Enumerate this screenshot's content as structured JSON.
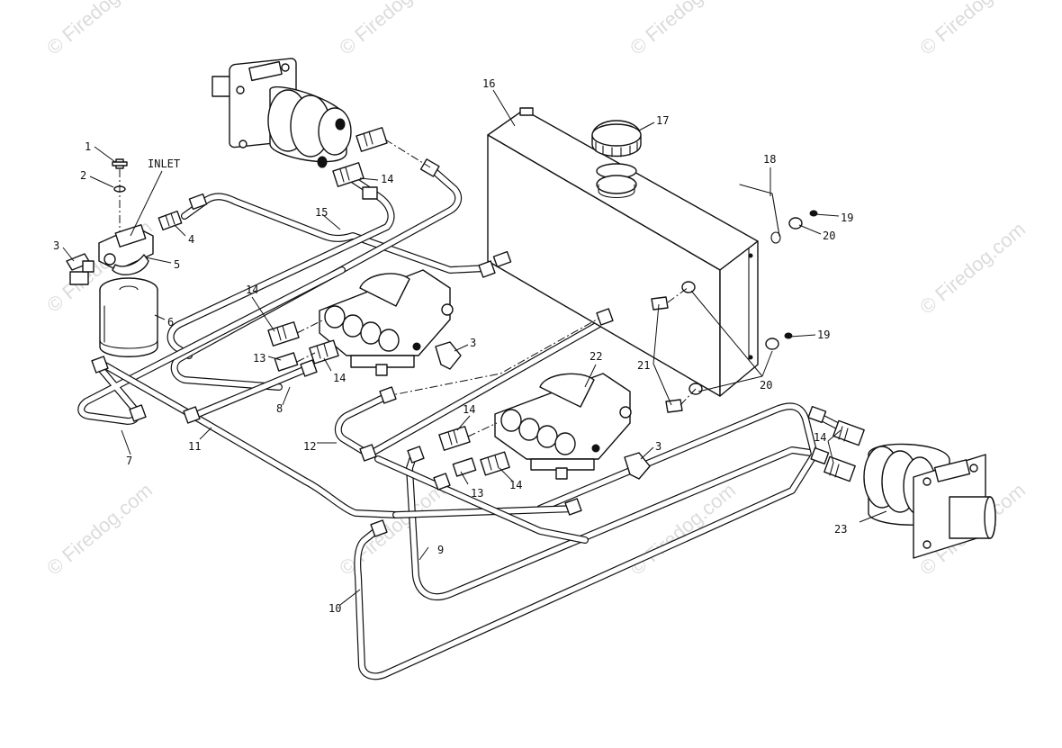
{
  "watermark": "© Firedog.com",
  "callouts": [
    {
      "id": "c1",
      "text": "1"
    },
    {
      "id": "c2",
      "text": "2"
    },
    {
      "id": "c3a",
      "text": "3"
    },
    {
      "id": "c4",
      "text": "4"
    },
    {
      "id": "c5",
      "text": "5"
    },
    {
      "id": "c6",
      "text": "6"
    },
    {
      "id": "c7",
      "text": "7"
    },
    {
      "id": "c8",
      "text": "8"
    },
    {
      "id": "c9",
      "text": "9"
    },
    {
      "id": "c10",
      "text": "10"
    },
    {
      "id": "c11",
      "text": "11"
    },
    {
      "id": "c12",
      "text": "12"
    },
    {
      "id": "c13a",
      "text": "13"
    },
    {
      "id": "c13b",
      "text": "13"
    },
    {
      "id": "c14a",
      "text": "14"
    },
    {
      "id": "c14b",
      "text": "14"
    },
    {
      "id": "c14c",
      "text": "14"
    },
    {
      "id": "c14d",
      "text": "14"
    },
    {
      "id": "c14e",
      "text": "14"
    },
    {
      "id": "c14f",
      "text": "14"
    },
    {
      "id": "c15",
      "text": "15"
    },
    {
      "id": "c16",
      "text": "16"
    },
    {
      "id": "c17",
      "text": "17"
    },
    {
      "id": "c18",
      "text": "18"
    },
    {
      "id": "c19a",
      "text": "19"
    },
    {
      "id": "c19b",
      "text": "19"
    },
    {
      "id": "c20a",
      "text": "20"
    },
    {
      "id": "c20b",
      "text": "20"
    },
    {
      "id": "c21",
      "text": "21"
    },
    {
      "id": "c22",
      "text": "22"
    },
    {
      "id": "c23",
      "text": "23"
    },
    {
      "id": "c3b",
      "text": "3"
    },
    {
      "id": "c3c",
      "text": "3"
    },
    {
      "id": "inlet",
      "text": "INLET"
    }
  ]
}
